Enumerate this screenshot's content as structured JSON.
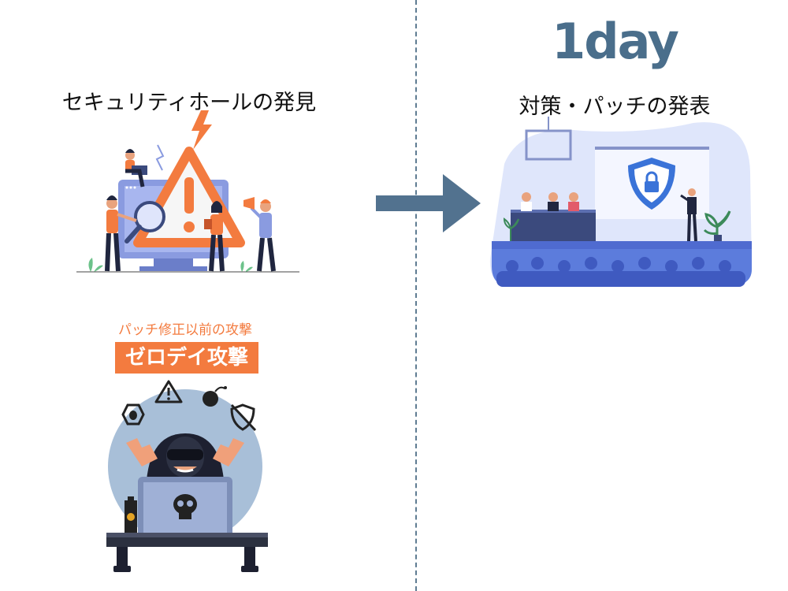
{
  "header": {
    "timeline_label": "1day"
  },
  "left": {
    "title": "セキュリティホールの発見"
  },
  "right": {
    "title": "対策・パッチの発表"
  },
  "zero_day": {
    "caption": "パッチ修正以前の攻撃",
    "label": "ゼロデイ攻撃"
  },
  "colors": {
    "accent": "#f37b3f",
    "navy": "#4a6e8b",
    "divider": "#5f7c92",
    "stage_blue": "#5c7cdc"
  },
  "icons": [
    "warning-icon",
    "bug-icon",
    "bomb-icon",
    "shield-off-icon",
    "skull-icon",
    "lock-shield-icon",
    "megaphone-icon",
    "lightning-icon",
    "magnifier-icon"
  ]
}
